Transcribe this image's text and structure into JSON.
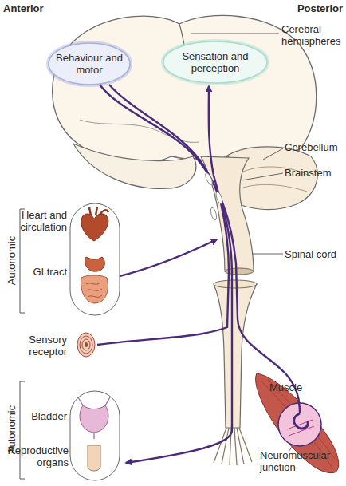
{
  "diagram": {
    "nodes": [
      {
        "text": [
          "Behaviour and motor"
        ]
      },
      {
        "text": [
          "Sensation and perception"
        ]
      }
    ],
    "labels": [
      "Anterior",
      "Posterior",
      "Cerebral hemispheres",
      "Cerebellum",
      "Brainstem",
      "Spinal cord",
      "Autonomic",
      "Heart and circulation",
      "GI tract",
      "Sensory receptor",
      "Autonomic",
      "Bladder",
      "Reproductive organs",
      "Muscle",
      "Neuromuscular junction"
    ]
  }
}
